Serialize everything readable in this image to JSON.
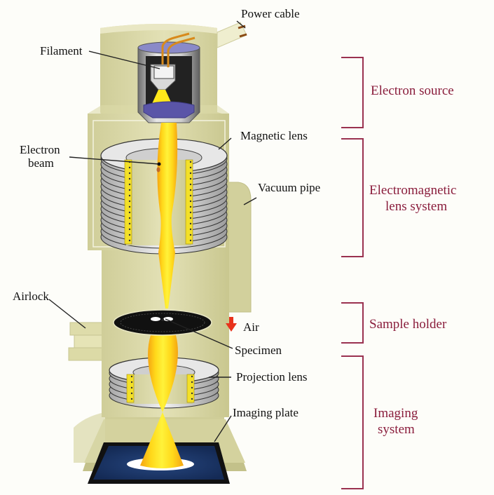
{
  "title": "Electron microscope components",
  "component_labels": {
    "power_cable": "Power cable",
    "filament": "Filament",
    "magnetic_lens": "Magnetic lens",
    "electron_beam_line1": "Electron",
    "electron_beam_line2": "beam",
    "vacuum_pipe": "Vacuum pipe",
    "airlock": "Airlock",
    "air": "Air",
    "specimen": "Specimen",
    "projection_lens": "Projection lens",
    "imaging_plate": "Imaging plate"
  },
  "sections": [
    {
      "id": "electron-source",
      "lines": [
        "Electron source"
      ]
    },
    {
      "id": "electromagnetic-lens-system",
      "lines": [
        "Electromagnetic",
        "lens system"
      ]
    },
    {
      "id": "sample-holder",
      "lines": [
        "Sample holder"
      ]
    },
    {
      "id": "imaging-system",
      "lines": [
        "Imaging",
        "system"
      ]
    }
  ],
  "colors": {
    "body": "#d9d7a6",
    "body_dark": "#c7c591",
    "beam": "#ffe81a",
    "beam_edge": "#f5a512",
    "section_text": "#8a1d3c",
    "bracket": "#9a3150",
    "plate_blue": "#1b3566",
    "anode_purple": "#5a55a8",
    "air_arrow": "#e8321c"
  }
}
